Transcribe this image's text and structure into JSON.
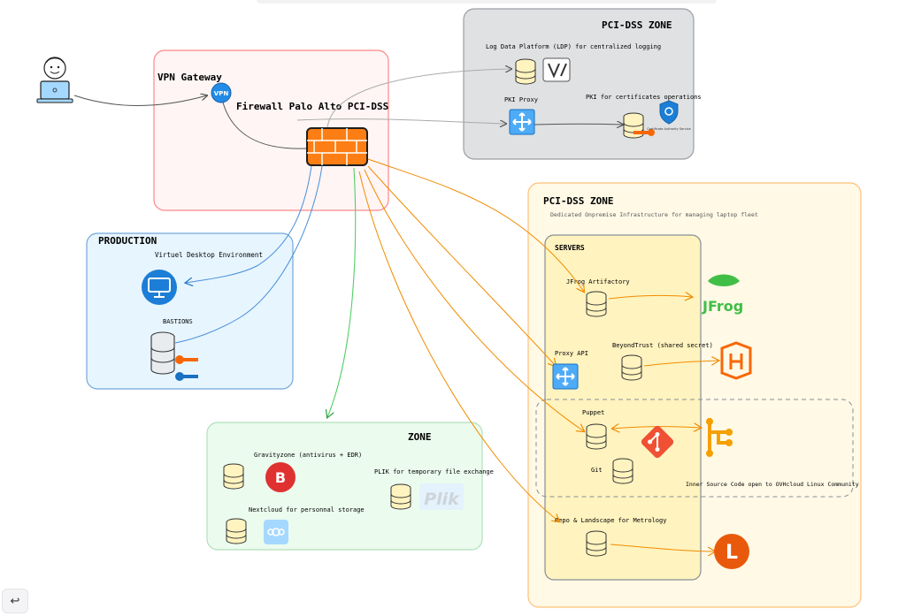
{
  "zones": {
    "vpn_box": {
      "title": "VPN Gateway",
      "firewall_label": "Firewall Palo Alto PCI-DSS",
      "vpn_icon_text": "VPN"
    },
    "pci_top": {
      "title": "PCI-DSS ZONE",
      "ldp_label": "Log Data Platform (LDP) for centralized logging",
      "pki_proxy_label": "PKI Proxy",
      "pki_ops_label": "PKI for certificates operations",
      "ca_badge_text": "Certificate Authority Service"
    },
    "production": {
      "title": "PRODUCTION",
      "vde_label": "Virtuel Desktop Environment",
      "bastions_label": "BASTIONS"
    },
    "zone": {
      "title": "ZONE",
      "gravity_label": "Gravityzone (antivirus + EDR)",
      "gravity_logo_text": "B",
      "nextcloud_label": "Nextcloud for personnal storage",
      "plik_label": "PLIK for temporary file exchange",
      "plik_logo_text": "Plik"
    },
    "pci_right": {
      "title": "PCI-DSS ZONE",
      "subtitle": "Dedicated Onpremise Infrastructure for managing laptop fleet"
    },
    "servers": {
      "title": "SERVERS",
      "jfrog_label": "JFrog Artifactory",
      "jfrog_logo_text": "JFrog",
      "proxy_api_label": "Proxy API",
      "beyondtrust_label": "BeyondTrust (shared secret)",
      "puppet_label": "Puppet",
      "git_label": "Git",
      "inner_source_label": "Inner Source Code open to OVHcloud Linux Community",
      "repo_label": "Repo & Landscape for Metrology",
      "landscape_logo_text": "L"
    }
  },
  "toolbar": {
    "undo_icon": "↩"
  },
  "colors": {
    "orange": "#f08c00",
    "blue": "#1971c2",
    "green": "#2f9e44",
    "gray": "#868e96",
    "firewall": "#fd7e14",
    "pink_bg": "#fff5f5",
    "pink_border": "#ff8787",
    "gray_bg": "#e9ecef",
    "blue_bg": "#e7f5ff",
    "green_bg": "#ebfbee",
    "yellow_bg": "#fff9db"
  }
}
